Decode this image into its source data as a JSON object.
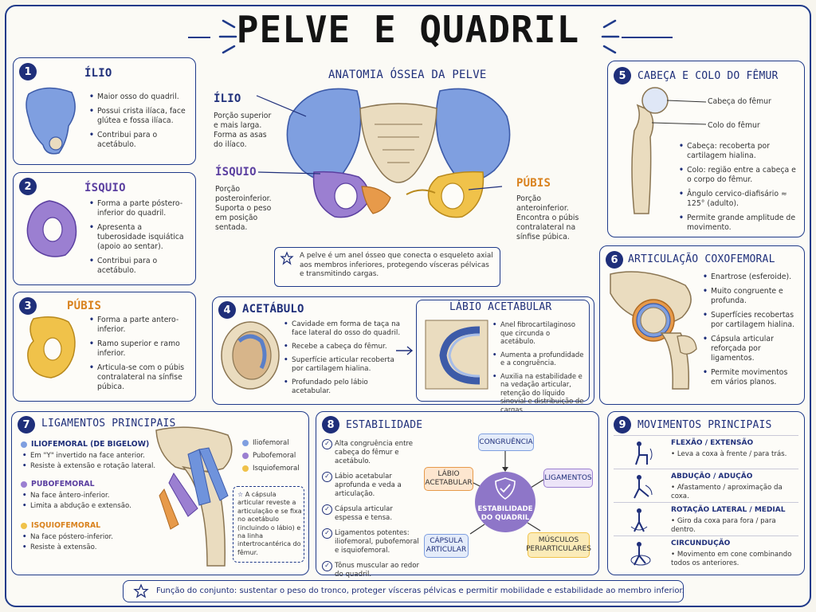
{
  "title": "PELVE E QUADRIL",
  "ilio": {
    "num": "1",
    "title": "ÍLIO",
    "items": [
      "Maior osso do quadril.",
      "Possui crista ilíaca, face glútea e fossa ilíaca.",
      "Contribui para o acetábulo."
    ]
  },
  "isquio": {
    "num": "2",
    "title": "ÍSQUIO",
    "items": [
      "Forma a parte póstero-inferior do quadril.",
      "Apresenta a tuberosidade isquiática (apoio ao sentar).",
      "Contribui para o acetábulo."
    ]
  },
  "pubis": {
    "num": "3",
    "title": "PÚBIS",
    "items": [
      "Forma a parte antero-inferior.",
      "Ramo superior e ramo inferior.",
      "Articula-se com o púbis contralateral na sínfise púbica."
    ]
  },
  "anatomia": {
    "title": "ANATOMIA ÓSSEA DA PELVE",
    "ilio_label": "ÍLIO",
    "ilio_text": "Porção superior e mais larga. Forma as asas do ilíaco.",
    "isquio_label": "ÍSQUIO",
    "isquio_text": "Porção posteroinferior. Suporta o peso em posição sentada.",
    "pubis_label": "PÚBIS",
    "pubis_text": "Porção anteroinferior. Encontra o púbis contralateral na sínfise púbica.",
    "note": "A pelve é um anel ósseo que conecta o esqueleto axial aos membros inferiores, protegendo vísceras pélvicas e transmitindo cargas."
  },
  "acetabulo": {
    "num": "4",
    "title": "ACETÁBULO",
    "items": [
      "Cavidade em forma de taça na face lateral do osso do quadril.",
      "Recebe a cabeça do fêmur.",
      "Superfície articular recoberta por cartilagem hialina.",
      "Profundado pelo lábio acetabular."
    ],
    "labio_title": "LÁBIO ACETABULAR",
    "labio_items": [
      "Anel fibrocartilaginoso que circunda o acetábulo.",
      "Aumenta a profundidade e a congruência.",
      "Auxilia na estabilidade e na vedação articular, retenção do líquido sinovial e distribuição de cargas."
    ]
  },
  "femur": {
    "num": "5",
    "title": "CABEÇA E COLO DO FÊMUR",
    "label_cabeca": "Cabeça do fêmur",
    "label_colo": "Colo do fêmur",
    "items": [
      "Cabeça: recoberta por cartilagem hialina.",
      "Colo: região entre a cabeça e o corpo do fêmur.",
      "Ângulo cervico-diafisário ≈ 125° (adulto).",
      "Permite grande amplitude de movimento."
    ]
  },
  "articulacao": {
    "num": "6",
    "title": "ARTICULAÇÃO COXOFEMORAL",
    "items": [
      "Enartrose (esferoide).",
      "Muito congruente e profunda.",
      "Superfícies recobertas por cartilagem hialina.",
      "Cápsula articular reforçada por ligamentos.",
      "Permite movimentos em vários planos."
    ]
  },
  "ligamentos": {
    "num": "7",
    "title": "LIGAMENTOS PRINCIPAIS",
    "l1_title": "ILIOFEMORAL (DE BIGELOW)",
    "l1_items": [
      "Em \"Y\" invertido na face anterior.",
      "Resiste à extensão e rotação lateral."
    ],
    "l2_title": "PUBOFEMORAL",
    "l2_items": [
      "Na face ântero-inferior.",
      "Limita a abdução e extensão."
    ],
    "l3_title": "ISQUIOFEMORAL",
    "l3_items": [
      "Na face póstero-inferior.",
      "Resiste à extensão."
    ],
    "legend": [
      "Iliofemoral",
      "Pubofemoral",
      "Isquiofemoral"
    ],
    "note": "A cápsula articular reveste a articulação e se fixa no acetábulo (incluindo o lábio) e na linha intertrocantérica do fêmur."
  },
  "estabilidade": {
    "num": "8",
    "title": "ESTABILIDADE",
    "items": [
      "Alta congruência entre cabeça do fêmur e acetábulo.",
      "Lábio acetabular aprofunda e veda a articulação.",
      "Cápsula articular espessa e tensa.",
      "Ligamentos potentes: iliofemoral, pubofemoral e isquiofemoral.",
      "Tônus muscular ao redor do quadril."
    ],
    "center": "ESTABILIDADE DO QUADRIL",
    "n_congruencia": "CONGRUÊNCIA",
    "n_labio": "LÁBIO ACETABULAR",
    "n_ligamentos": "LIGAMENTOS",
    "n_capsula": "CÁPSULA ARTICULAR",
    "n_musculos": "MÚSCULOS PERIARTICULARES"
  },
  "movimentos": {
    "num": "9",
    "title": "MOVIMENTOS PRINCIPAIS",
    "rows": [
      {
        "t": "FLEXÃO / EXTENSÃO",
        "d": "Leva a coxa à frente / para trás."
      },
      {
        "t": "ABDUÇÃO / ADUÇÃO",
        "d": "Afastamento / aproximação da coxa."
      },
      {
        "t": "ROTAÇÃO LATERAL / MEDIAL",
        "d": "Giro da coxa para fora / para dentro."
      },
      {
        "t": "CIRCUNDUÇÃO",
        "d": "Movimento em cone combinando todos os anteriores."
      }
    ]
  },
  "footer": "Função do conjunto: sustentar o peso do tronco, proteger vísceras pélvicas e permitir mobilidade e estabilidade ao membro inferior.",
  "colors": {
    "ilio": "#7f9fe0",
    "isquio": "#9b7fd1",
    "pubis": "#f0c24a",
    "bone": "#eadcbf",
    "navy": "#1f2f7a"
  }
}
